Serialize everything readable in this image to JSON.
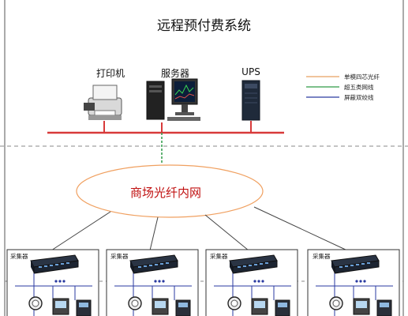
{
  "title": "远程预付费系统",
  "devices": {
    "printer": "打印机",
    "server": "服务器",
    "ups": "UPS"
  },
  "legend": [
    {
      "label": "单模四芯光纤",
      "color": "#e8a060",
      "icon": "orange-line"
    },
    {
      "label": "超五类网线",
      "color": "#2e9a46",
      "icon": "green-line"
    },
    {
      "label": "屏蔽双绞线",
      "color": "#2a3aa0",
      "icon": "blue-line"
    }
  ],
  "network": {
    "label": "商场光纤内网"
  },
  "collectors": [
    {
      "label": "采集器",
      "icon": "network-switch-icon"
    },
    {
      "label": "采集器",
      "icon": "network-switch-icon"
    },
    {
      "label": "采集器",
      "icon": "network-switch-icon"
    },
    {
      "label": "采集器",
      "icon": "network-switch-icon"
    }
  ],
  "colors": {
    "bus": "#d83a3a",
    "cloud": "#f0a060",
    "cloud_text": "#c01010",
    "dashed": "#888888",
    "fiber": "#2e9a46",
    "rs485": "#2a3aa0"
  }
}
